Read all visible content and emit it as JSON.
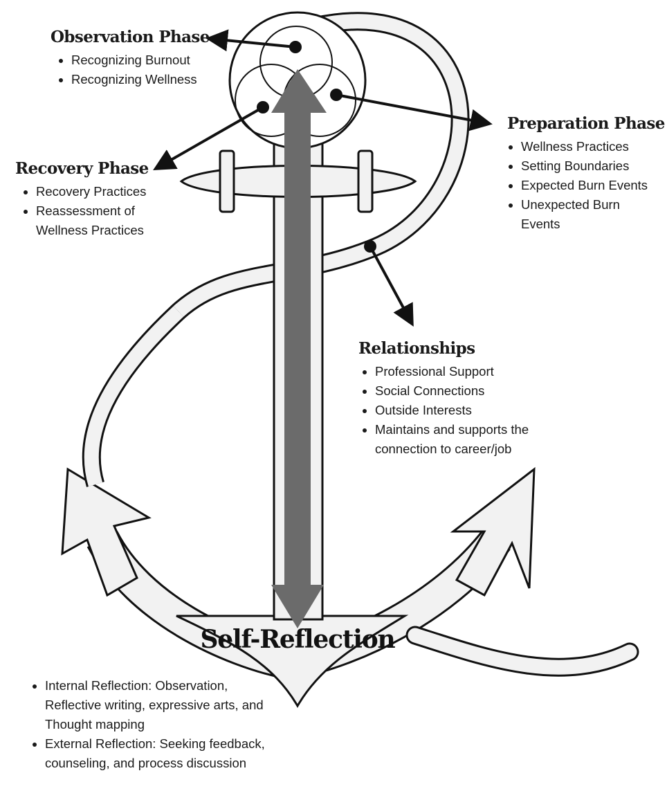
{
  "colors": {
    "outline": "#111111",
    "anchor_fill": "#f2f2f2",
    "central_arrow": "#6b6b6b",
    "text": "#1a1a1a"
  },
  "observation": {
    "title": "Observation Phase",
    "items": [
      "Recognizing Burnout",
      "Recognizing Wellness"
    ]
  },
  "recovery": {
    "title": "Recovery Phase",
    "items": [
      "Recovery Practices",
      "Reassessment of Wellness Practices"
    ]
  },
  "preparation": {
    "title": "Preparation Phase",
    "items": [
      "Wellness Practices",
      "Setting Boundaries",
      "Expected Burn Events",
      "Unexpected Burn Events"
    ]
  },
  "relationships": {
    "title": "Relationships",
    "items": [
      "Professional Support",
      "Social Connections",
      "Outside Interests",
      "Maintains and supports the connection to career/job"
    ]
  },
  "self_reflection": {
    "title": "Self-Reflection",
    "items": [
      "Internal Reflection: Observation, Reflective writing, expressive arts, and Thought mapping",
      "External Reflection: Seeking feedback, counseling, and process discussion"
    ]
  }
}
